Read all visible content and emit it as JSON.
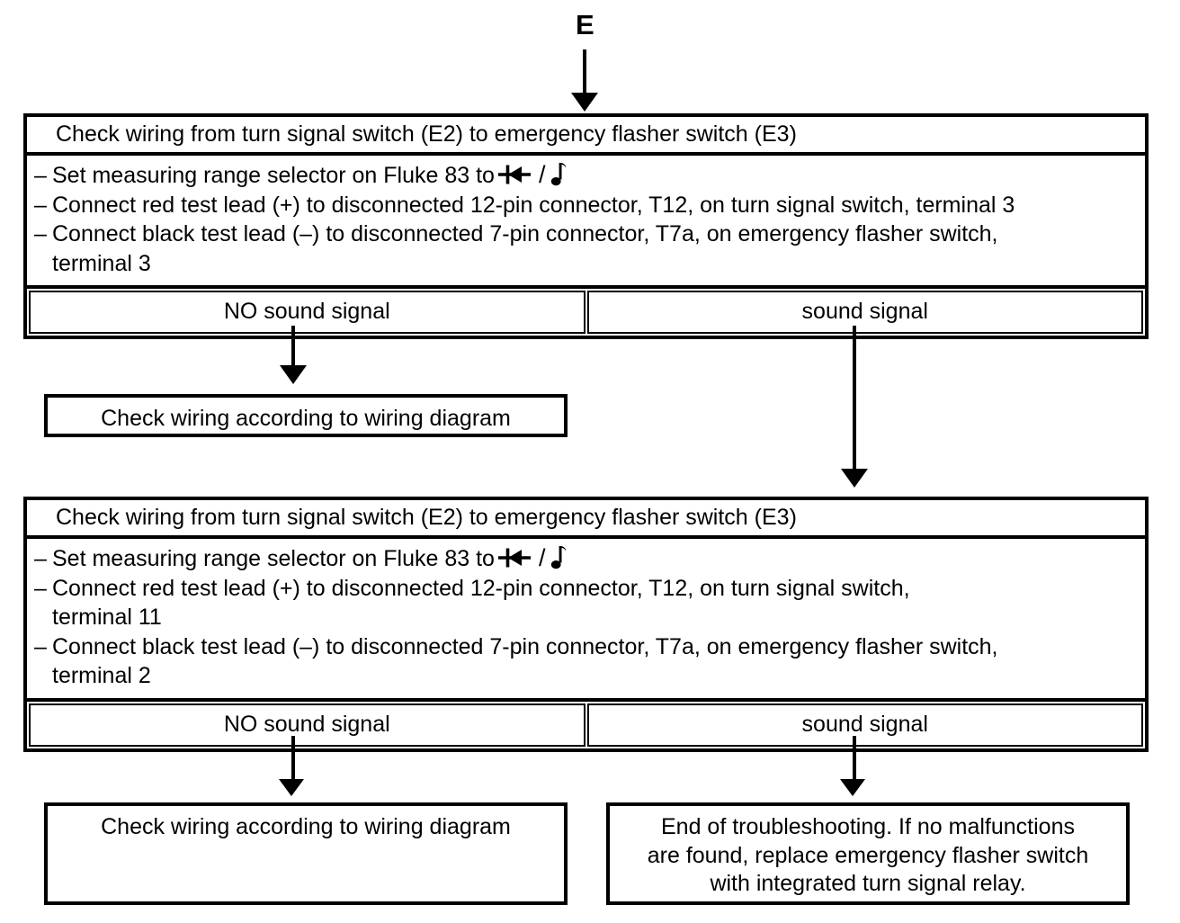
{
  "entry": {
    "label": "E"
  },
  "symbols": {
    "diode": "diode-symbol",
    "slash": "/",
    "note": "musical-note-symbol"
  },
  "block1": {
    "header": "Check wiring from turn signal switch (E2) to emergency flasher switch (E3)",
    "bullets": [
      {
        "dash": "–",
        "text_before": "Set measuring range selector on Fluke 83 to",
        "has_symbol": true,
        "continuation": ""
      },
      {
        "dash": "–",
        "text_before": "Connect red test lead (+) to disconnected 12-pin connector, T12, on turn signal switch, terminal 3",
        "has_symbol": false,
        "continuation": ""
      },
      {
        "dash": "–",
        "text_before": "Connect black test lead (–) to disconnected 7-pin connector, T7a, on emergency flasher switch,",
        "has_symbol": false,
        "continuation": "terminal 3"
      }
    ],
    "results": {
      "left": "NO sound signal",
      "right": "sound signal"
    }
  },
  "outcome1": {
    "text": "Check wiring according to wiring diagram"
  },
  "block2": {
    "header": "Check wiring from turn signal switch (E2) to emergency flasher switch (E3)",
    "bullets": [
      {
        "dash": "–",
        "text_before": "Set measuring range selector on Fluke 83 to",
        "has_symbol": true,
        "continuation": ""
      },
      {
        "dash": "–",
        "text_before": "Connect red test lead (+) to disconnected 12-pin connector, T12, on turn signal switch,",
        "has_symbol": false,
        "continuation": "terminal 11"
      },
      {
        "dash": "–",
        "text_before": "Connect black test lead (–) to disconnected 7-pin connector, T7a, on emergency flasher switch,",
        "has_symbol": false,
        "continuation": "terminal 2"
      }
    ],
    "results": {
      "left": "NO sound signal",
      "right": "sound signal"
    }
  },
  "outcome2": {
    "text": "Check wiring according to wiring diagram"
  },
  "outcome3": {
    "line1": "End of troubleshooting. If no malfunctions",
    "line2": "are found, replace emergency flasher switch",
    "line3": "with integrated turn signal relay."
  },
  "colors": {
    "ink": "#000000",
    "paper": "#ffffff"
  }
}
